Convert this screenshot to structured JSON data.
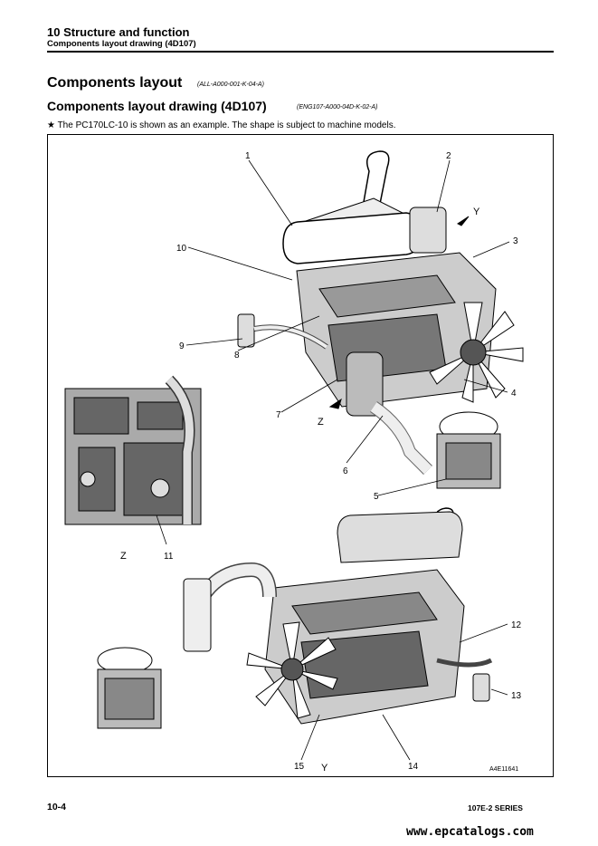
{
  "header": {
    "chapter": "10 Structure and function",
    "section": "Components layout drawing (4D107)"
  },
  "heading1": {
    "text": "Components layout",
    "code": "(ALL-A000-001-K-04-A)"
  },
  "heading2": {
    "text": "Components layout drawing (4D107)",
    "code": "(ENG107-A000-04D-K-02-A)"
  },
  "note": "★ The PC170LC-10 is shown as an example. The shape is subject to machine models.",
  "figure": {
    "callouts": [
      "1",
      "2",
      "3",
      "4",
      "5",
      "6",
      "7",
      "8",
      "9",
      "10",
      "11",
      "12",
      "13",
      "14",
      "15"
    ],
    "view_labels": [
      "Y",
      "Z",
      "Z",
      "Y"
    ],
    "figure_id": "A4E11641"
  },
  "footer": {
    "page": "10-4",
    "series": "107E-2 SERIES",
    "website": "www.epcatalogs.com"
  }
}
